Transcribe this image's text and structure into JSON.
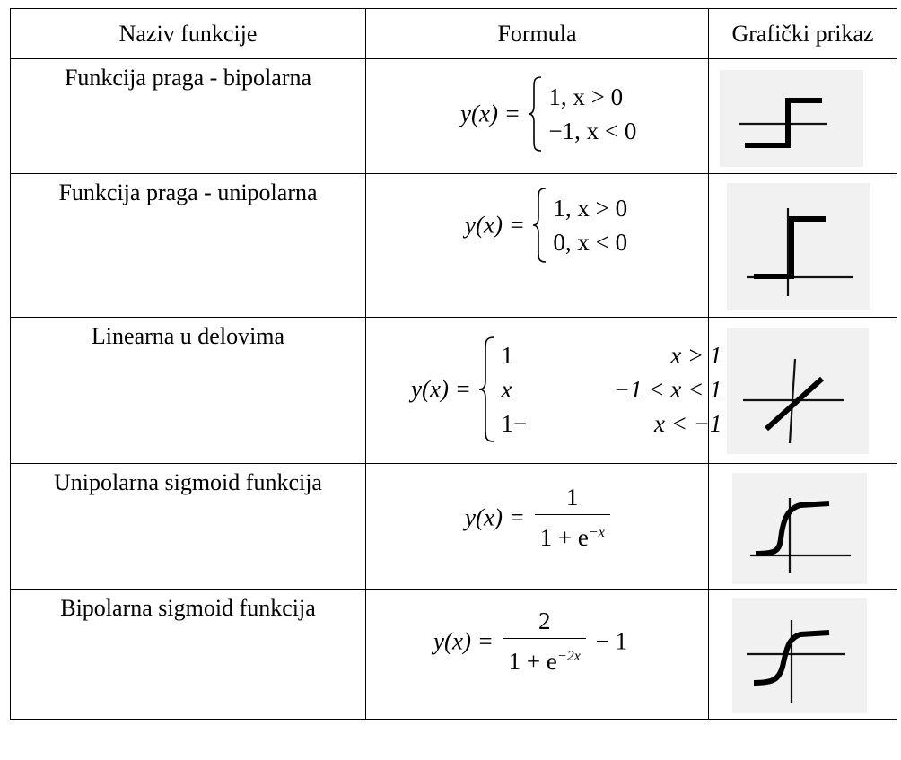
{
  "headers": [
    "Naziv funkcije",
    "Formula",
    "Grafički prikaz"
  ],
  "rows": [
    {
      "name": "Funkcija praga - bipolarna",
      "lhs": "y(x) =",
      "cases": [
        "1,  x > 0",
        "−1, x < 0"
      ],
      "graph_icon": "bipolar-step-icon"
    },
    {
      "name": "Funkcija praga - unipolarna",
      "lhs": "y(x) =",
      "cases": [
        "1, x > 0",
        "0, x < 0"
      ],
      "graph_icon": "unipolar-step-icon"
    },
    {
      "name": "Linearna u delovima",
      "lhs": "y(x) =",
      "cases": [
        {
          "val": "1",
          "cond": "x > 1"
        },
        {
          "val": "x",
          "cond": "−1 < x < 1"
        },
        {
          "val": "1−",
          "cond": "x < −1"
        }
      ],
      "graph_icon": "piecewise-linear-icon"
    },
    {
      "name": "Unipolarna sigmoid funkcija",
      "lhs": "y(x) =",
      "numerator": "1",
      "denominator": "1 + e",
      "exponent": "−x",
      "graph_icon": "unipolar-sigmoid-icon"
    },
    {
      "name": "Bipolarna sigmoid funkcija",
      "lhs": "y(x) =",
      "numerator": "2",
      "denominator": "1 + e",
      "exponent": "−2x",
      "tail": "− 1",
      "graph_icon": "bipolar-sigmoid-icon"
    }
  ]
}
